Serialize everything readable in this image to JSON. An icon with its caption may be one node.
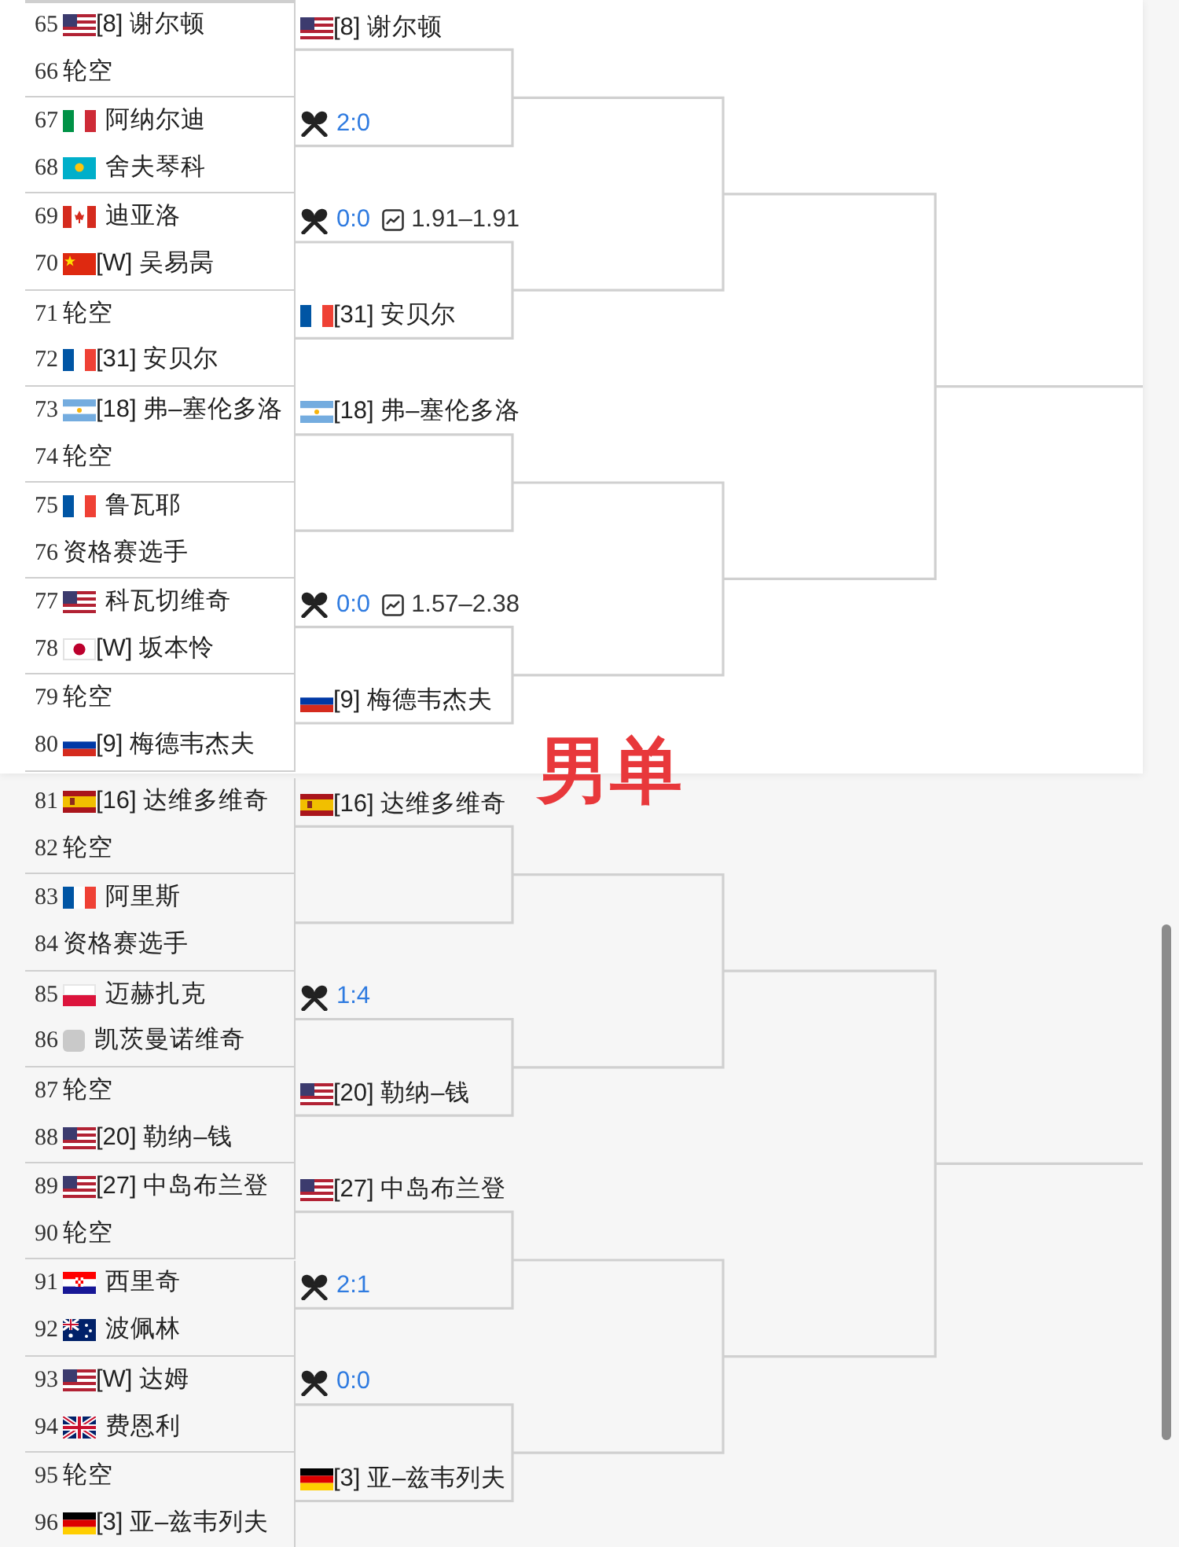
{
  "diagram": {
    "title": "男单",
    "nodes": [
      {
        "text": [
          "65",
          "[8] 谢尔顿",
          "66",
          "轮空"
        ],
        "beside": [
          "[8] 谢尔顿"
        ]
      },
      {
        "text": [
          "67",
          "阿纳尔迪",
          "68",
          "舍夫琴科"
        ],
        "beside": [
          "2:0"
        ]
      },
      {
        "text": [
          "69",
          "迪亚洛",
          "70",
          "[W] 吴易昺"
        ],
        "beside": [
          "0:0",
          "1.91–1.91"
        ]
      },
      {
        "text": [
          "71",
          "轮空",
          "72",
          "[31] 安贝尔"
        ],
        "beside": [
          "[31] 安贝尔"
        ]
      },
      {
        "text": [
          "73",
          "[18] 弗–塞伦多洛",
          "74",
          "轮空"
        ],
        "beside": [
          "[18] 弗–塞伦多洛"
        ]
      },
      {
        "text": [
          "75",
          "鲁瓦耶",
          "76",
          "资格赛选手"
        ]
      },
      {
        "text": [
          "77",
          "科瓦切维奇",
          "78",
          "[W] 坂本怜"
        ],
        "beside": [
          "0:0",
          "1.57–2.38"
        ]
      },
      {
        "text": [
          "79",
          "轮空",
          "80",
          "[9] 梅德韦杰夫"
        ],
        "beside": [
          "[9] 梅德韦杰夫"
        ]
      },
      {
        "text": [
          "81",
          "[16] 达维多维奇",
          "82",
          "轮空"
        ],
        "beside": [
          "[16] 达维多维奇"
        ]
      },
      {
        "text": [
          "83",
          "阿里斯",
          "84",
          "资格赛选手"
        ]
      },
      {
        "text": [
          "85",
          "迈赫扎克",
          "86",
          "凯茨曼诺维奇"
        ],
        "beside": [
          "1:4"
        ]
      },
      {
        "text": [
          "87",
          "轮空",
          "88",
          "[20] 勒纳–钱"
        ],
        "beside": [
          "[20] 勒纳–钱"
        ]
      },
      {
        "text": [
          "89",
          "[27] 中岛布兰登",
          "90",
          "轮空"
        ],
        "beside": [
          "[27] 中岛布兰登"
        ]
      },
      {
        "text": [
          "91",
          "西里奇",
          "92",
          "波佩林"
        ],
        "beside": [
          "2:1"
        ]
      },
      {
        "text": [
          "93",
          "[W] 达姆",
          "94",
          "费恩利"
        ],
        "beside": [
          "0:0"
        ]
      },
      {
        "text": [
          "95",
          "轮空",
          "96",
          "[3] 亚–兹韦列夫"
        ],
        "beside": [
          "[3] 亚–兹韦列夫"
        ]
      }
    ],
    "edges": [
      {
        "from": 0,
        "to": 1,
        "arrow": "none"
      },
      {
        "from": 2,
        "to": 3,
        "arrow": "none"
      },
      {
        "from": 4,
        "to": 5,
        "arrow": "none"
      },
      {
        "from": 6,
        "to": 7,
        "arrow": "none"
      },
      {
        "from": 8,
        "to": 9,
        "arrow": "none"
      },
      {
        "from": 10,
        "to": 11,
        "arrow": "none"
      },
      {
        "from": 12,
        "to": 13,
        "arrow": "none"
      },
      {
        "from": 14,
        "to": 15,
        "arrow": "none"
      }
    ]
  }
}
